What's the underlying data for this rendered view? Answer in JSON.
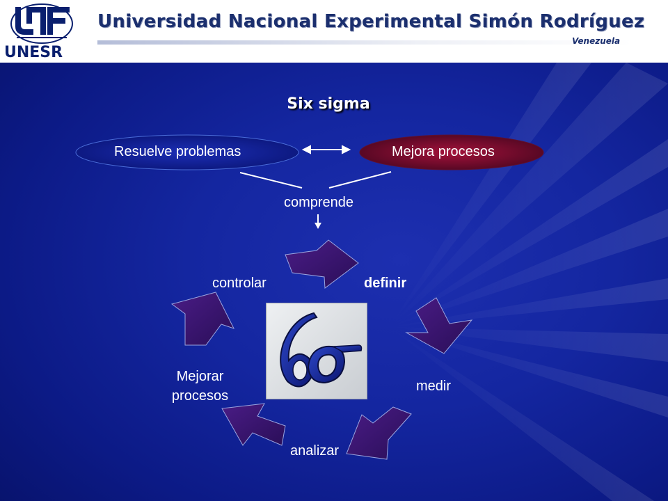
{
  "header": {
    "logo_text": "UNESR",
    "university_name": "Universidad Nacional Experimental Simón Rodríguez",
    "country": "Venezuela"
  },
  "slide": {
    "title": "Six sigma",
    "oval_left": "Resuelve problemas",
    "oval_right": "Mejora procesos",
    "connector_label": "comprende",
    "cycle": {
      "definir": "definir",
      "medir": "medir",
      "analizar": "analizar",
      "mejorar_line1": "Mejorar",
      "mejorar_line2": "procesos",
      "controlar": "controlar"
    }
  },
  "colors": {
    "background": "#1426a0",
    "oval_left_fill": "#0d1a8c",
    "oval_right_fill": "#7a0c2e",
    "cycle_arrow": "#3b1670",
    "sigma_icon": "#1a2f9a"
  },
  "icons": {
    "logo": "unesr-logo-icon",
    "sigma": "six-sigma-icon",
    "double_arrow": "double-arrow-icon",
    "down_arrow": "down-arrow-icon"
  }
}
